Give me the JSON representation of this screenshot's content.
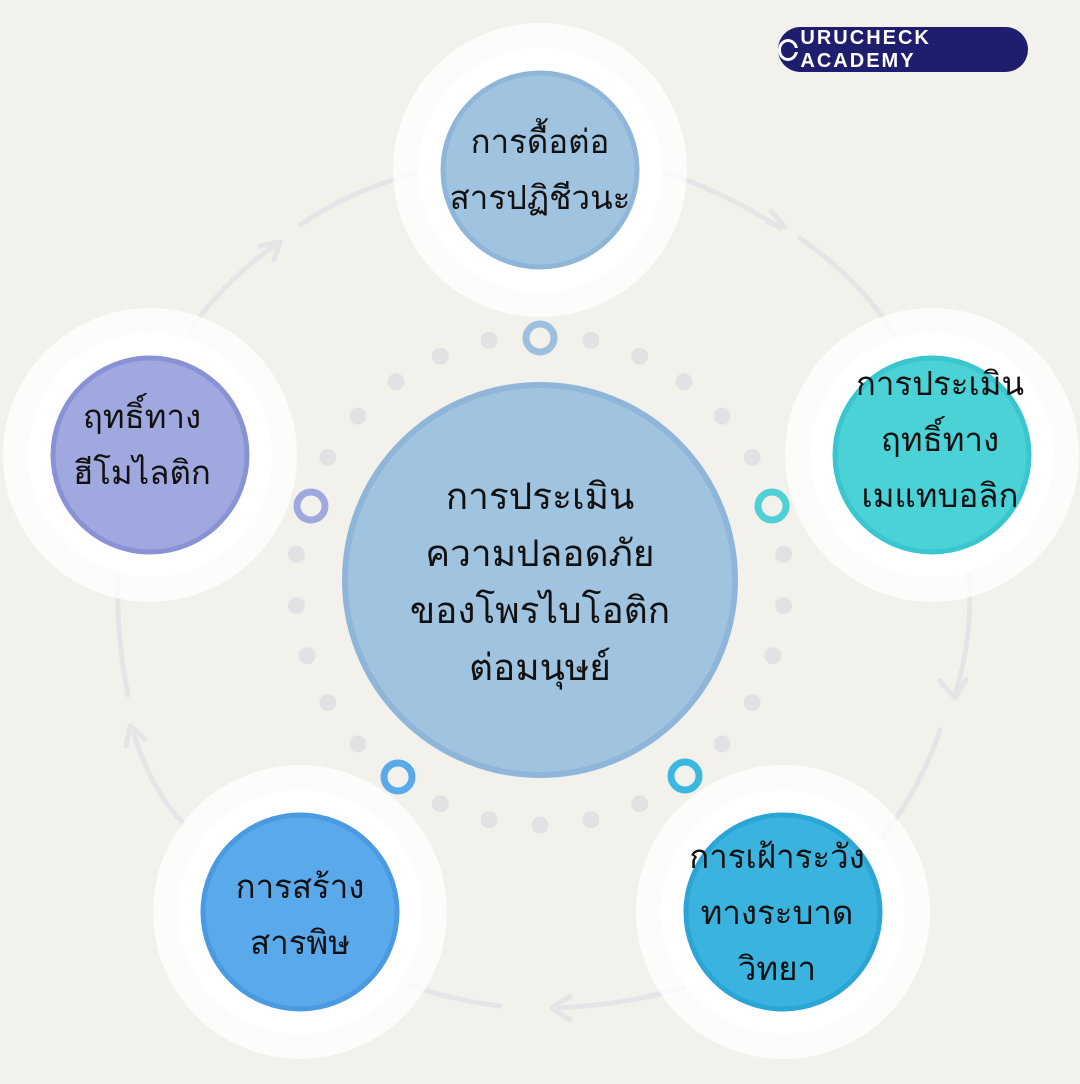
{
  "brand": {
    "name": "URUCHECK  ACADEMY",
    "logo_icon": "g-letter-icon"
  },
  "center": {
    "label": "การประเมิน\nความปลอดภัย\nของโพรไบโอติก\nต่อมนุษย์",
    "fill": "#a0c3df",
    "ring": "#8fb5d8"
  },
  "nodes": [
    {
      "label": "การดื้อต่อ\nสารปฏิชีวนะ",
      "fill": "#a0c3df",
      "ring": "#8fb5d8",
      "dot": "#9cc1df"
    },
    {
      "label": "การประเมิน\nฤทธิ์ทาง\nเมแทบอลิก",
      "fill": "#4ad2d6",
      "ring": "#39c6cf",
      "dot": "#4fd0d6"
    },
    {
      "label": "การเฝ้าระวัง\nทางระบาด\nวิทยา",
      "fill": "#3ab4df",
      "ring": "#2aa5d5",
      "dot": "#3ab8df"
    },
    {
      "label": "การสร้าง\nสารพิษ",
      "fill": "#5aa9ea",
      "ring": "#4a9ae2",
      "dot": "#5aa9ea"
    },
    {
      "label": "ฤทธิ์ทาง\nฮีโมไลติก",
      "fill": "#a0a9df",
      "ring": "#8a92d6",
      "dot": "#a0a9df"
    }
  ],
  "colors": {
    "background": "#f2f1ec",
    "arrow": "#e5e5e7",
    "dot_ring": "#e2e2e4",
    "halo": "#ffffff"
  }
}
